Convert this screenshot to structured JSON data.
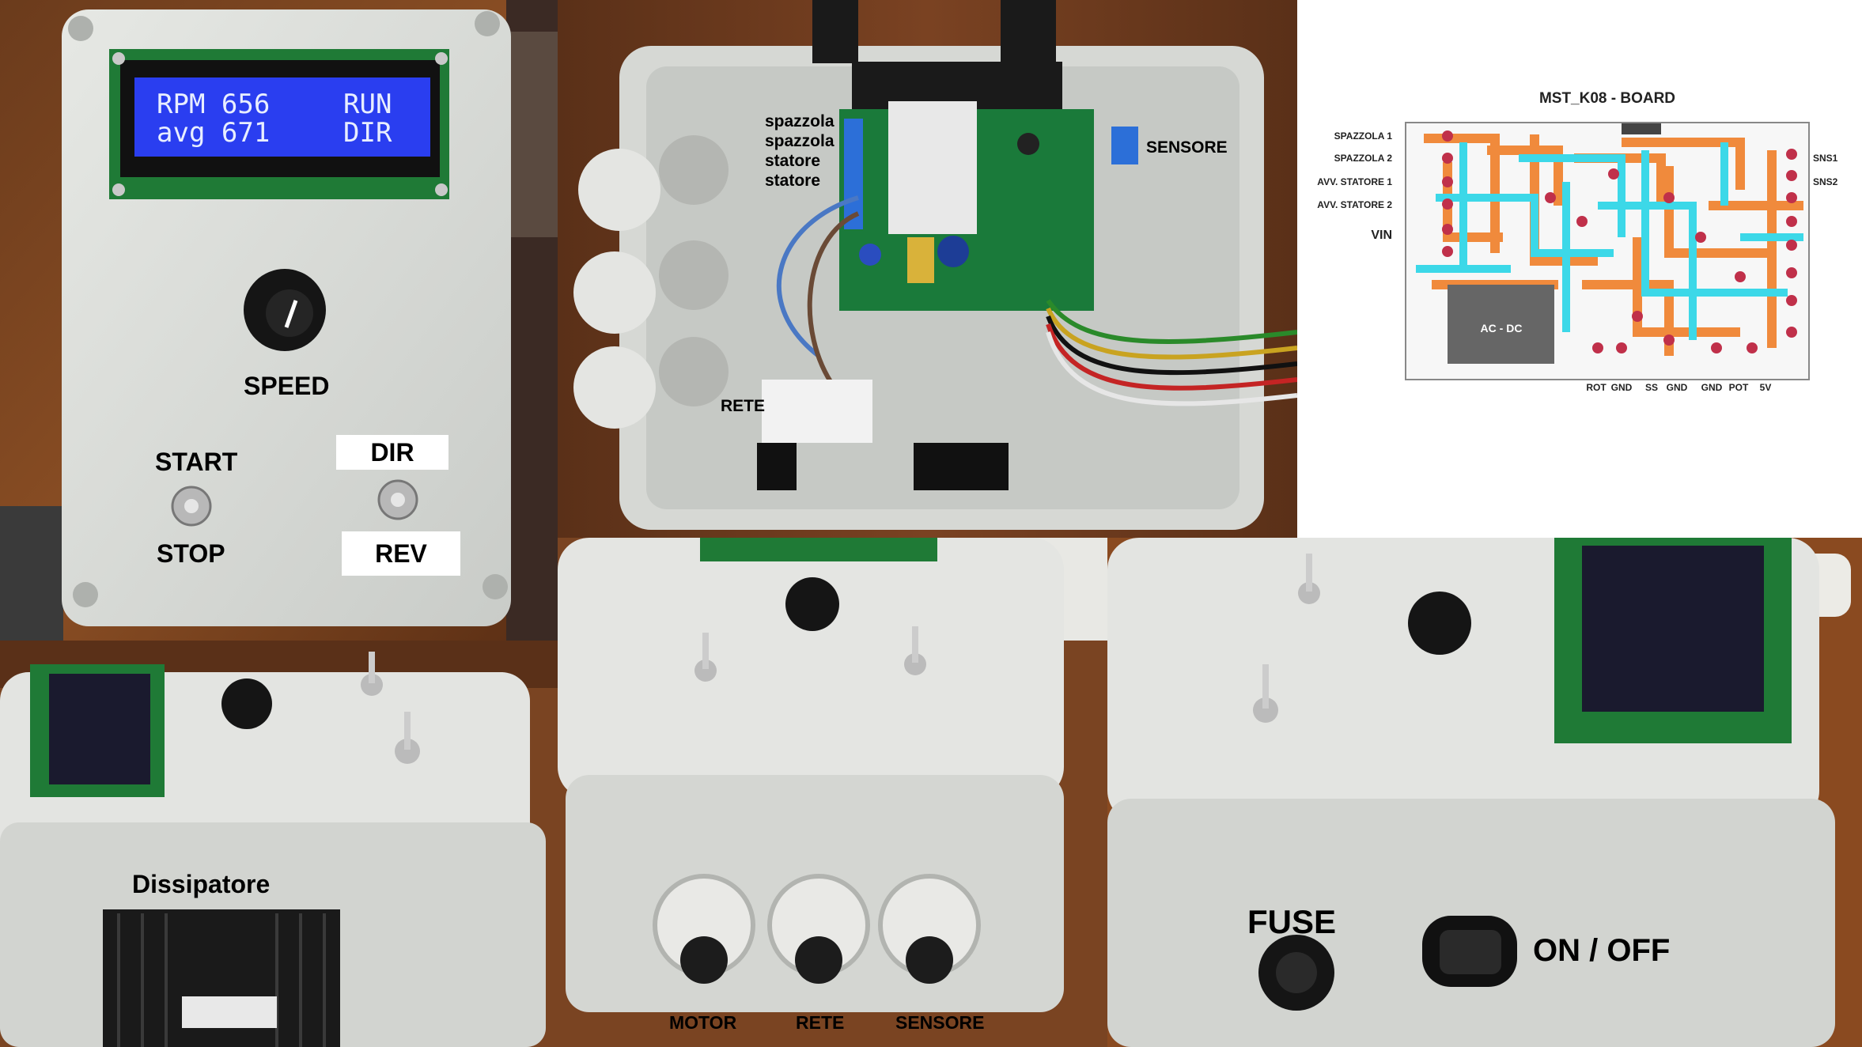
{
  "panel1": {
    "lcd": {
      "line1_left": "RPM 656",
      "line1_right": "RUN",
      "line2_left": "avg 671",
      "line2_right": "DIR"
    },
    "labels": {
      "speed": "SPEED",
      "start": "START",
      "stop": "STOP",
      "dir": "DIR",
      "rev": "REV"
    }
  },
  "panel2": {
    "labels": {
      "term1": "spazzola",
      "term2": "spazzola",
      "term3": "statore",
      "term4": "statore",
      "sensore": "SENSORE",
      "rete": "RETE"
    }
  },
  "panel3": {
    "title": "MST_K08 - BOARD",
    "left_labels": [
      "SPAZZOLA 1",
      "SPAZZOLA 2",
      "AVV. STATORE 1",
      "AVV. STATORE 2",
      "VIN"
    ],
    "right_labels": [
      "SNS1",
      "SNS2"
    ],
    "bottom_labels": [
      "ROT",
      "GND",
      "SS",
      "GND",
      "GND",
      "POT",
      "5V"
    ],
    "block_label": "AC - DC"
  },
  "panel4": {
    "label": "Dissipatore"
  },
  "panel5": {
    "labels": [
      "MOTOR",
      "RETE",
      "SENSORE"
    ]
  },
  "panel6": {
    "fuse": "FUSE",
    "onoff": "ON / OFF"
  },
  "colors": {
    "wood": "#8a4a1c",
    "enclosure": "#d9dcd8",
    "lcd": "#2a3ef0",
    "pcb": "#1a7a3a",
    "trace_orange": "#f08a3c",
    "trace_cyan": "#3cd8e8"
  }
}
